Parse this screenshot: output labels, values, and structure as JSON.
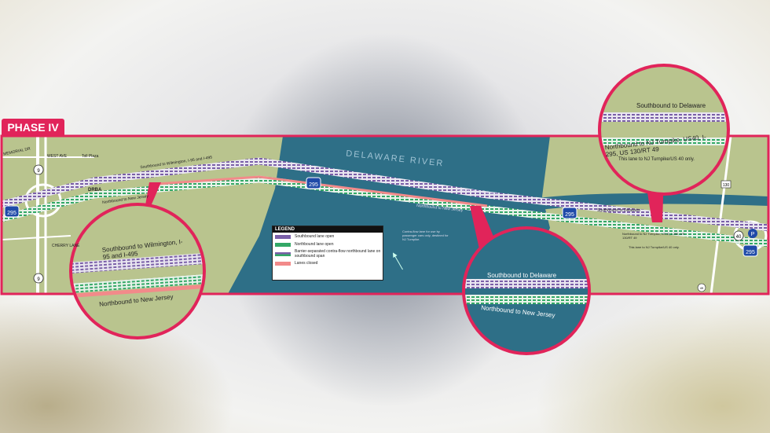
{
  "phase_label": "PHASE IV",
  "river_label": "DELAWARE RIVER",
  "legend": {
    "title": "LEGEND",
    "items": [
      {
        "label": "Southbound lane open",
        "color": "#7a5fa8"
      },
      {
        "label": "Northbound lane open",
        "color": "#33a866"
      },
      {
        "label": "Barrier-separated contra-flow northbound lane on southbound span",
        "color": "#7a5fa8"
      },
      {
        "label": "Lanes closed",
        "color": "#f28a8a"
      }
    ]
  },
  "map_labels": {
    "toll_plaza": "Toll Plaza",
    "drba": "DRBA",
    "cherry_lane": "CHERRY LANE",
    "memorial_dr": "MEMORIAL DR",
    "west_ave": "WEST AVE",
    "sb_wilmington_small": "Southbound to Wilmington, I-95 and I-495",
    "nb_nj_small": "Northbound to New Jersey",
    "sb_delaware_small": "Southbound to Delaware",
    "nb_nj_mid": "Northbound to New Jersey",
    "contra_flow_note": "Contra-flow lane for use by passenger cars only, destined for NJ Turnpike.",
    "sb_delaware_right": "Southbound to Delaware",
    "nb_turnpike_right": "Northbound to NJ Turnpike, US40, I-295, US 130/RT 49",
    "turnpike_note_right": "This lane to NJ Turnpike/US 40 only."
  },
  "shields": {
    "i295_left": "295",
    "i295_mid": "295",
    "i295_right": "295",
    "i295_far": "295",
    "us9_top": "9",
    "us9_bottom": "9",
    "us40": "40",
    "rt130": "130",
    "rt49": "49"
  },
  "callouts": {
    "left": {
      "sb": "Southbound to Wilmington, I-95 and I-495",
      "nb": "Northbound to New Jersey"
    },
    "center": {
      "sb": "Southbound to Delaware",
      "nb": "Northbound to New Jersey"
    },
    "right": {
      "sb": "Southbound to Delaware",
      "nb": "Northbound to NJ Turnpike, US40, I-295, US 130/RT 49",
      "note": "This lane to NJ Turnpike/US 40 only."
    }
  },
  "colors": {
    "accent": "#e1245a",
    "land": "#b9c48e",
    "water": "#2e6f87",
    "southbound": "#7a5fa8",
    "northbound": "#33a866",
    "closed": "#f28a8a"
  }
}
